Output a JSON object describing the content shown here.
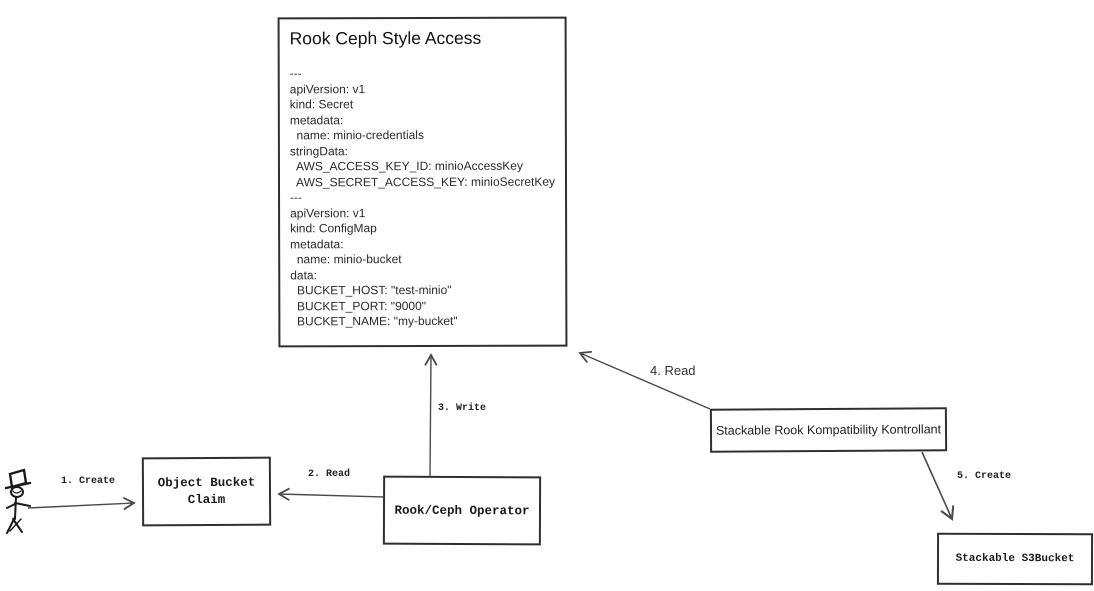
{
  "diagram": {
    "spec_box": {
      "title": "Rook Ceph Style Access",
      "yaml": "---\napiVersion: v1\nkind: Secret\nmetadata:\n  name: minio-credentials\nstringData:\n  AWS_ACCESS_KEY_ID: minioAccessKey\n  AWS_SECRET_ACCESS_KEY: minioSecretKey\n---\napiVersion: v1\nkind: ConfigMap\nmetadata:\n  name: minio-bucket\ndata:\n  BUCKET_HOST: \"test-minio\"\n  BUCKET_PORT: \"9000\"\n  BUCKET_NAME: \"my-bucket\""
    },
    "nodes": {
      "object_bucket_claim": {
        "label": "Object Bucket Claim"
      },
      "rook_ceph_operator": {
        "label": "Rook/Ceph Operator"
      },
      "stackable_kontrollant": {
        "label": "Stackable Rook Kompatibility Kontrollant"
      },
      "stackable_s3bucket": {
        "label": "Stackable S3Bucket"
      }
    },
    "edges": {
      "e1": {
        "label": "1. Create"
      },
      "e2": {
        "label": "2. Read"
      },
      "e3": {
        "label": "3. Write"
      },
      "e4": {
        "label": "4. Read"
      },
      "e5": {
        "label": "5. Create"
      }
    },
    "icons": {
      "actor": "stick-figure-user-icon"
    }
  },
  "colors": {
    "background": "#ffffff",
    "box_border": "#2f2f2f",
    "arrow_line": "#4a4a4a",
    "text": "#1f1f1f"
  }
}
